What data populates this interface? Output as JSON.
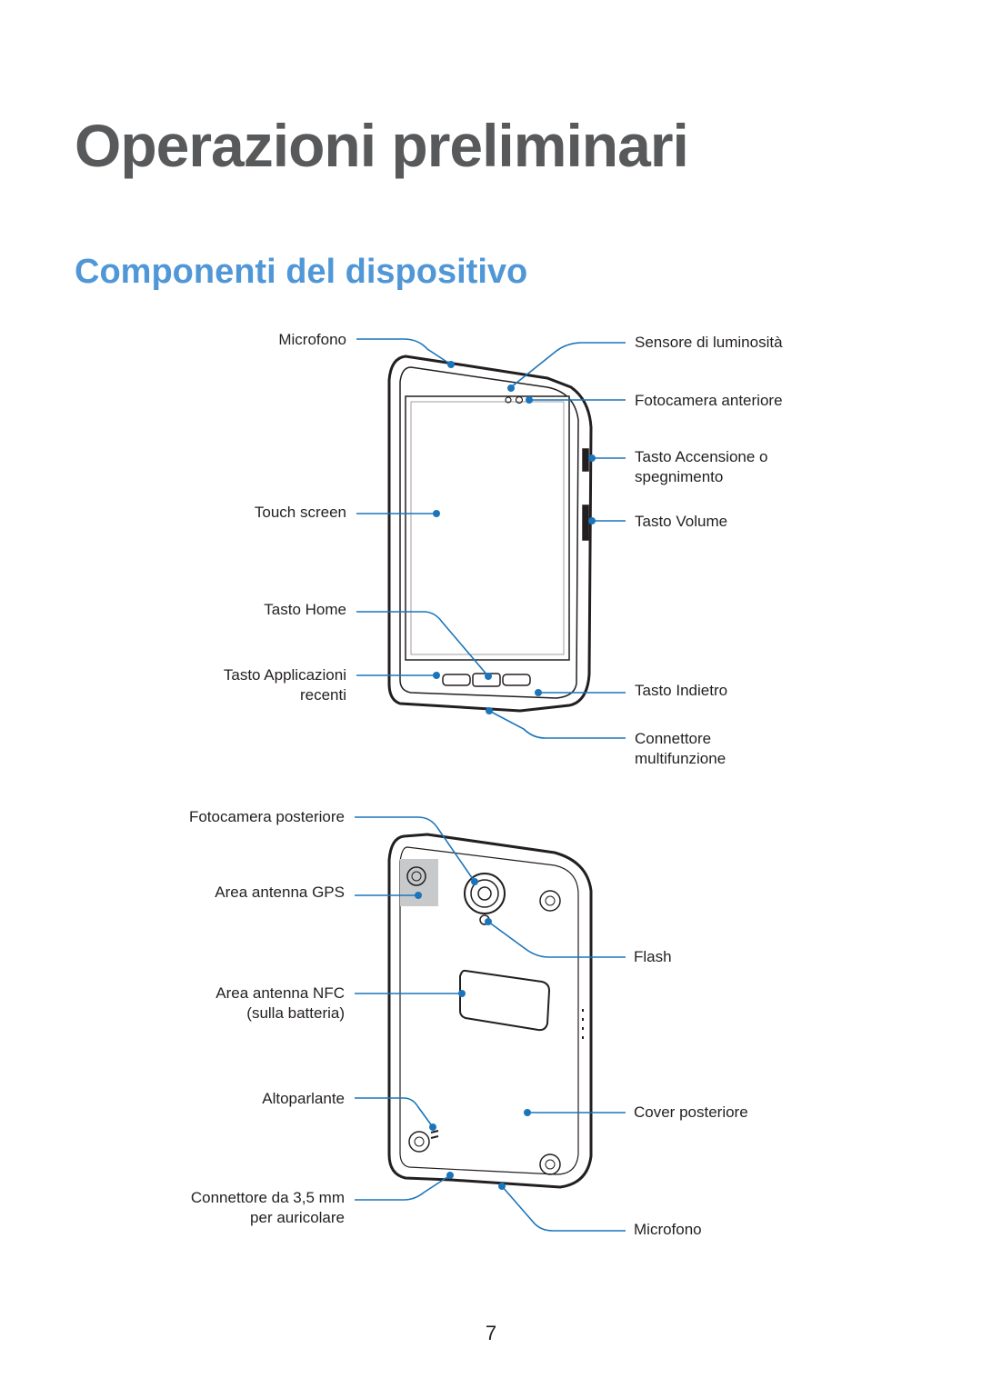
{
  "chapter": {
    "title": "Operazioni preliminari"
  },
  "section": {
    "title": "Componenti del dispositivo"
  },
  "front_labels": {
    "microfono_top": "Microfono",
    "touch_screen": "Touch screen",
    "tasto_home": "Tasto Home",
    "tasto_applicazioni_line1": "Tasto Applicazioni",
    "tasto_applicazioni_line2": "recenti",
    "sensore_luminosita": "Sensore di luminosità",
    "fotocamera_anteriore": "Fotocamera anteriore",
    "tasto_accensione_line1": "Tasto Accensione o",
    "tasto_accensione_line2": "spegnimento",
    "tasto_volume": "Tasto Volume",
    "tasto_indietro": "Tasto Indietro",
    "connettore_line1": "Connettore",
    "connettore_line2": "multifunzione"
  },
  "back_labels": {
    "fotocamera_posteriore": "Fotocamera posteriore",
    "area_gps": "Area antenna GPS",
    "area_nfc_line1": "Area antenna NFC",
    "area_nfc_line2": "(sulla batteria)",
    "altoparlante": "Altoparlante",
    "jack_line1": "Connettore da 3,5 mm",
    "jack_line2": "per auricolare",
    "flash": "Flash",
    "cover_posteriore": "Cover posteriore",
    "microfono_bottom": "Microfono"
  },
  "colors": {
    "callout": "#1b75bb",
    "device_outline": "#231f20",
    "title_gray": "#58595b",
    "section_blue": "#4f97d6"
  },
  "page_number": "7"
}
